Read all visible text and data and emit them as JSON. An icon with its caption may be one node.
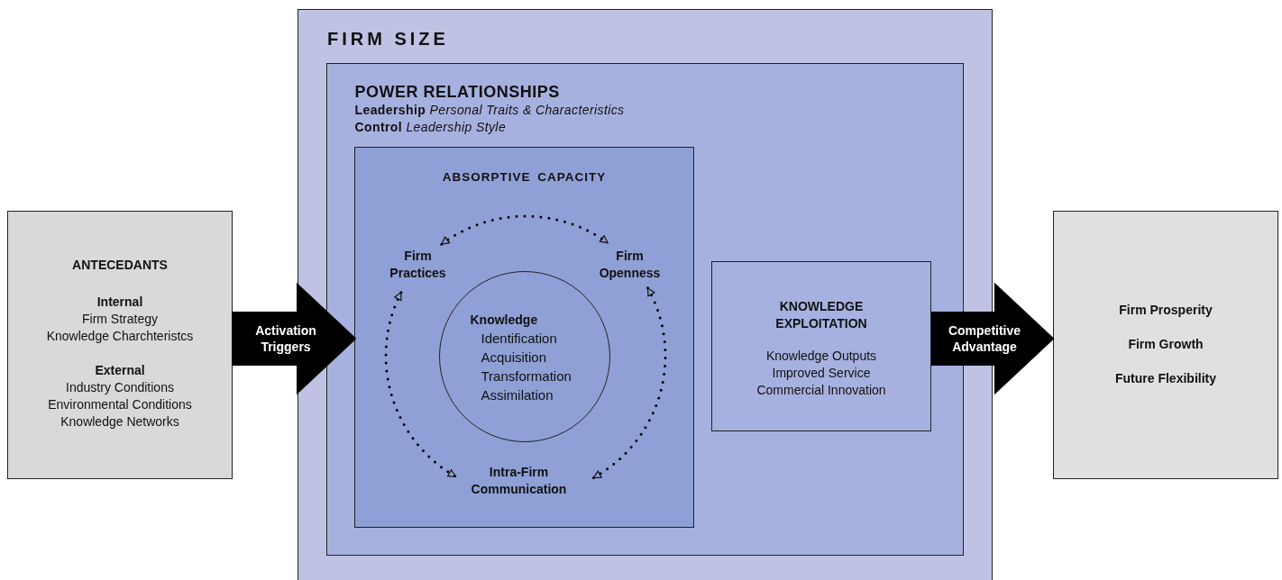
{
  "diagram": {
    "nodes": [
      {
        "text": [
          "ANTECEDANTS",
          "Internal",
          "Firm Strategy",
          "Knowledge Charchteristcs",
          "External",
          "Industry Conditions",
          "Environmental Conditions",
          "Knowledge Networks"
        ]
      },
      {
        "text": [
          "FIRM SIZE"
        ]
      },
      {
        "text": [
          "POWER RELATIONSHIPS",
          "**Leadership** *Personal Traits & Characteristics*",
          "**Control** *Leadership Style*"
        ],
        "in": 1
      },
      {
        "text": [
          "ABSORPTIVE CAPACITY"
        ],
        "in": 2
      },
      {
        "text": [
          "Firm Practices"
        ],
        "in": 3
      },
      {
        "text": [
          "Firm Openness"
        ],
        "in": 3
      },
      {
        "text": [
          "Knowledge",
          "Identification",
          "Acquisition",
          "Transformation",
          "Assimilation"
        ],
        "in": 3
      },
      {
        "text": [
          "Intra-Firm Communication"
        ],
        "in": 3
      },
      {
        "text": [
          "KNOWLEDGE EXPLOITATION",
          "Knowledge Outputs",
          "Improved Service",
          "Commercial Innovation"
        ],
        "in": 2
      },
      {
        "text": [
          "Firm Prosperity",
          "Firm Growth",
          "Future Flexibility"
        ]
      }
    ],
    "edges": [
      {
        "from": 0,
        "to": 3,
        "arrow": "to",
        "label": "Activation Triggers",
        "style": "thick"
      },
      {
        "from": 4,
        "to": 5,
        "arrow": "both",
        "style": "dashed"
      },
      {
        "from": 4,
        "to": 7,
        "arrow": "both",
        "style": "dashed"
      },
      {
        "from": 5,
        "to": 7,
        "arrow": "both",
        "style": "dashed"
      },
      {
        "from": 8,
        "to": 9,
        "arrow": "to",
        "label": "Competitive Advantage",
        "style": "thick"
      }
    ]
  }
}
